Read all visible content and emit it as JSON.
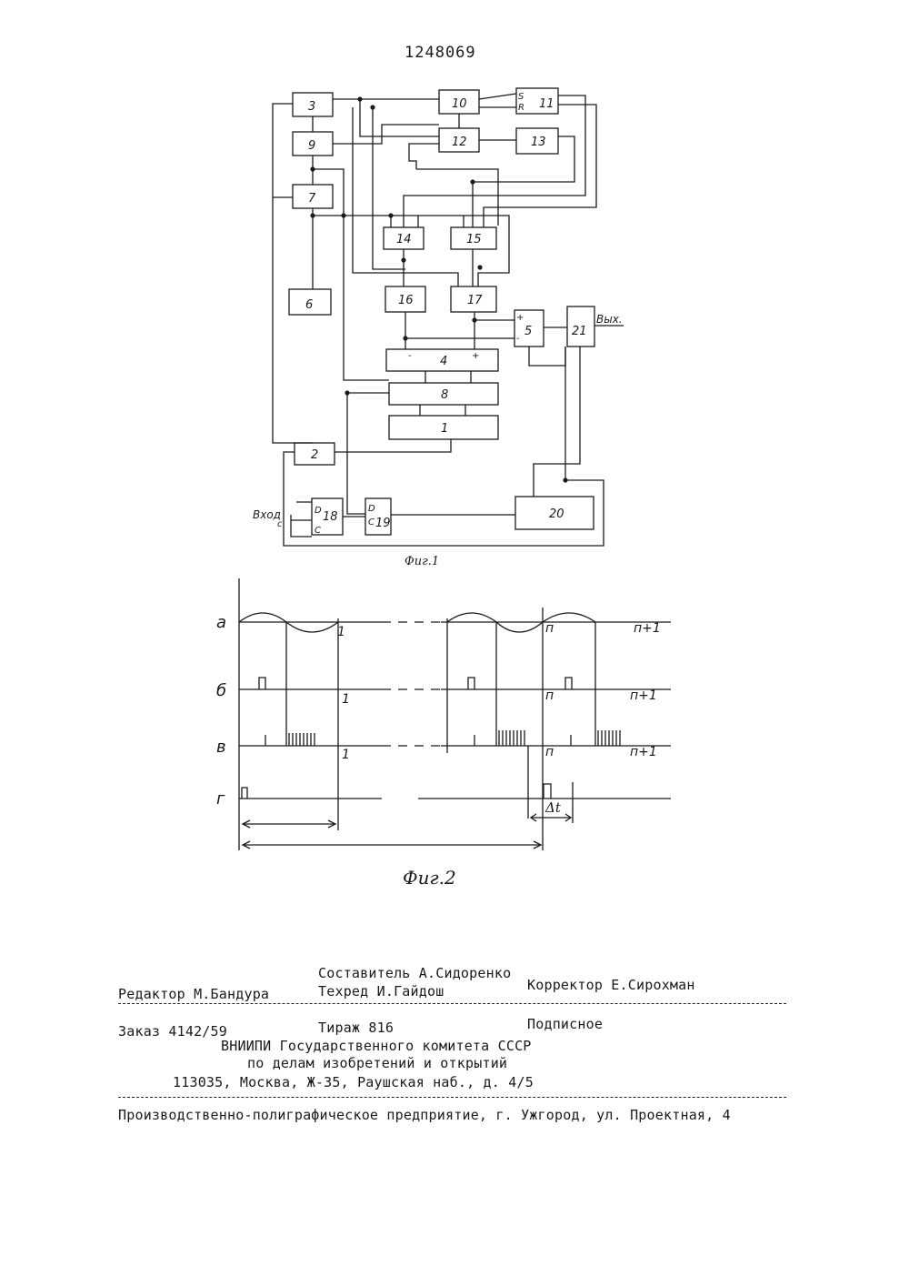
{
  "patent_number": "1248069",
  "figure1": {
    "caption": "Фиг.1",
    "input_label": "Вход",
    "input_sub": "с",
    "output_label": "Вых.",
    "blocks": [
      "3",
      "9",
      "7",
      "6",
      "10",
      "11",
      "12",
      "13",
      "14",
      "15",
      "16",
      "17",
      "4",
      "8",
      "1",
      "2",
      "5",
      "21",
      "18",
      "19",
      "20"
    ],
    "ports": {
      "s": "S",
      "r": "R",
      "d": "D",
      "c": "C",
      "plus": "+",
      "minus": "-"
    }
  },
  "figure2": {
    "caption": "Фиг.2",
    "rows": [
      {
        "label": "а",
        "marks": [
          "1",
          "п",
          "п+1"
        ]
      },
      {
        "label": "б",
        "marks": [
          "1",
          "п",
          "п+1"
        ]
      },
      {
        "label": "в",
        "marks": [
          "1",
          "п",
          "п+1"
        ]
      },
      {
        "label": "г",
        "marks": []
      }
    ],
    "delta": "Δt"
  },
  "footer": {
    "compiler": "Составитель А.Сидоренко",
    "editor": "Редактор М.Бандура",
    "techred": "Техред И.Гайдош",
    "corrector": "Корректор Е.Сирохман",
    "order": "Заказ 4142/59",
    "circulation": "Тираж 816",
    "subscription": "Подписное",
    "institute": "ВНИИПИ Государственного комитета СССР",
    "institute2": "по делам изобретений и открытий",
    "address": "113035, Москва, Ж-35, Раушская наб., д. 4/5",
    "printer": "Производственно-полиграфическое предприятие, г. Ужгород, ул. Проектная, 4"
  }
}
